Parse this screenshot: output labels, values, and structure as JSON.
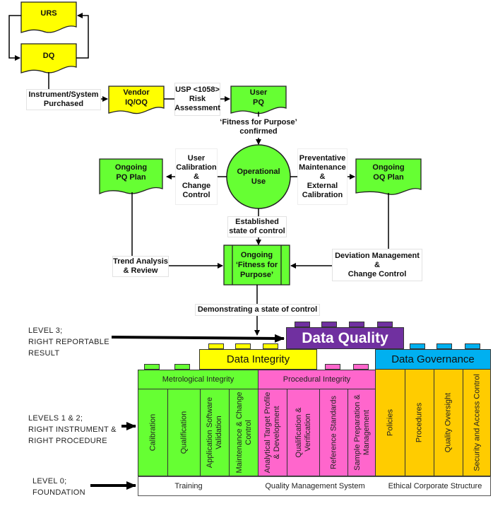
{
  "colors": {
    "yellow": "#ffff00",
    "green": "#66ff33",
    "purple": "#7030a0",
    "pink": "#ff66cc",
    "blue": "#00b0f0",
    "gold": "#ffcc00"
  },
  "flowchart": {
    "urs": "URS",
    "dq": "DQ",
    "instrument_purchased": "Instrument/System\nPurchased",
    "vendor_iqoq": "Vendor\nIQ/OQ",
    "risk_assessment": "USP <1058>\nRisk\nAssessment",
    "user_pq": "User\nPQ",
    "fitness_confirmed": "‘Fitness for Purpose’\nconfirmed",
    "operational_use": "Operational\nUse",
    "user_calibration": "User\nCalibration\n&\nChange\nControl",
    "preventative_maintenance": "Preventative\nMaintenance\n&\nExternal\nCalibration",
    "ongoing_pq_plan": "Ongoing\nPQ Plan",
    "ongoing_oq_plan": "Ongoing\nOQ Plan",
    "established_state": "Established\nstate of control",
    "ongoing_fitness": "Ongoing\n‘Fitness for\nPurpose’",
    "trend_analysis": "Trend Analysis\n& Review",
    "deviation_management": "Deviation Management\n&\nChange Control",
    "demonstrating_state": "Demonstrating a state of control"
  },
  "levels": {
    "level3": "LEVEL 3;\nRIGHT REPORTABLE\nRESULT",
    "level12": "LEVELS 1 & 2;\nRIGHT INSTRUMENT &\nRIGHT PROCEDURE",
    "level0": "LEVEL 0;\nFOUNDATION"
  },
  "pyramid": {
    "data_quality": "Data Quality",
    "data_integrity": "Data Integrity",
    "data_governance": "Data Governance",
    "metrological_integrity": "Metrological Integrity",
    "procedural_integrity": "Procedural Integrity",
    "metrological_columns": [
      "Calibration",
      "Qualification",
      "Application Software\nValidation",
      "Maintenance & Change\nControl"
    ],
    "procedural_columns": [
      "Analytical Target Profile\n& Development",
      "Qualification &\nVerification",
      "Reference Standards",
      "Sample Preparation &\nManagement"
    ],
    "governance_columns": [
      "Policies",
      "Procedures",
      "Quality Oversight",
      "Security and Access Control"
    ],
    "foundation": [
      "Training",
      "Quality Management System",
      "Ethical Corporate Structure"
    ]
  }
}
